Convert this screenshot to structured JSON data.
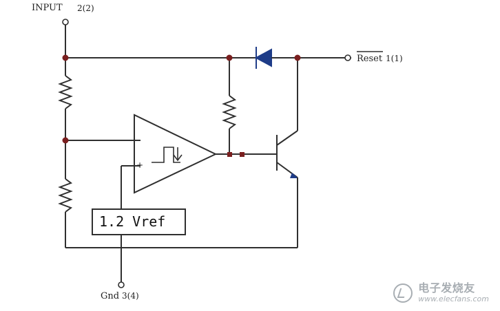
{
  "diagram": {
    "labels": {
      "input": "INPUT",
      "input_pin": "2(2)",
      "reset": "Reset",
      "reset_pin": "1(1)",
      "gnd": "Gnd",
      "gnd_pin": "3(4)",
      "vref": "1.2 Vref",
      "plus": "+"
    }
  },
  "watermark": {
    "title": "电子发烧友",
    "url": "www.elecfans.com"
  },
  "colors": {
    "wire": "#2f2f2f",
    "junction": "#7a1f1f",
    "diode": "#1e3c88",
    "watermark": "#9aa0a6"
  },
  "icons": {
    "watermark": "elecfans-logo-icon"
  }
}
